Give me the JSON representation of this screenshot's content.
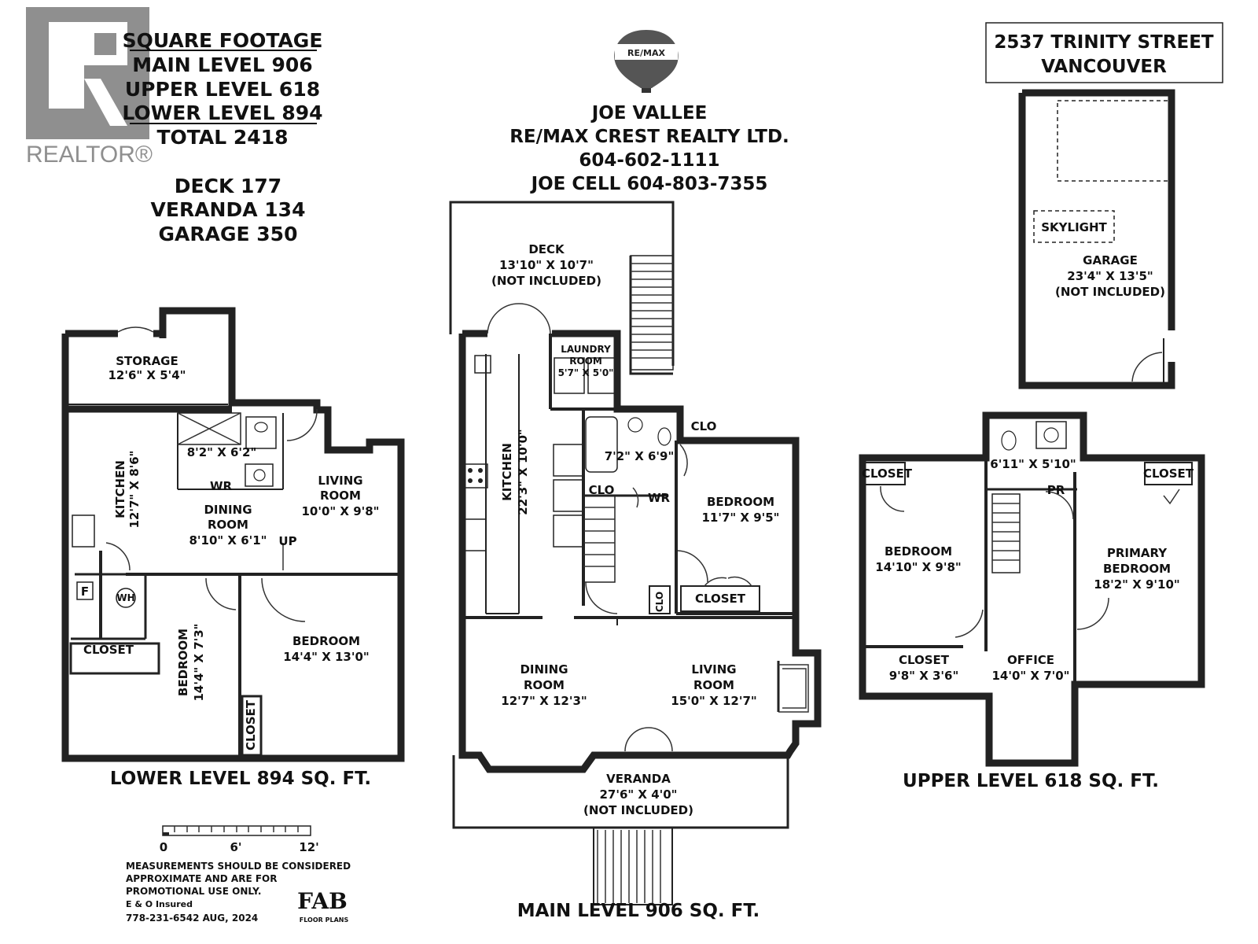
{
  "realtor_logo": {
    "text": "REALTOR®"
  },
  "remax_logo": {
    "text": "RE/MAX"
  },
  "summary": {
    "title": "SQUARE FOOTAGE",
    "main": "MAIN LEVEL 906",
    "upper": "UPPER LEVEL 618",
    "lower": "LOWER LEVEL 894",
    "total": "TOTAL 2418",
    "deck": "DECK 177",
    "veranda": "VERANDA 134",
    "garage": "GARAGE 350"
  },
  "agent": {
    "name": "JOE VALLEE",
    "company": "RE/MAX CREST REALTY LTD.",
    "phone": "604-602-1111",
    "cell": "JOE CELL 604-803-7355"
  },
  "address": {
    "line1": "2537 TRINITY STREET",
    "line2": "VANCOUVER"
  },
  "level_titles": {
    "lower": "LOWER LEVEL 894 SQ. FT.",
    "main": "MAIN LEVEL 906 SQ. FT.",
    "upper": "UPPER LEVEL 618 SQ. FT."
  },
  "rooms": {
    "lower": {
      "storage": [
        "STORAGE",
        "12'6\" X 5'4\""
      ],
      "kitchen": [
        "KITCHEN",
        "12'7\" X 8'6\""
      ],
      "bath": "8'2\" X 6'2\"",
      "wr": "WR",
      "living": [
        "LIVING",
        "ROOM",
        "10'0\" X 9'8\""
      ],
      "dining": [
        "DINING",
        "ROOM",
        "8'10\" X 6'1\""
      ],
      "up": "UP",
      "f": "F",
      "wh": "WH",
      "closet1": "CLOSET",
      "bedroom1": [
        "BEDROOM",
        "14'4\" X 7'3\""
      ],
      "closet2": "CLOSET",
      "bedroom2": [
        "BEDROOM",
        "14'4\" X 13'0\""
      ]
    },
    "main": {
      "deck": [
        "DECK",
        "13'10\" X 10'7\"",
        "(NOT INCLUDED)"
      ],
      "laundry": [
        "LAUNDRY",
        "ROOM",
        "5'7\" X 5'0\""
      ],
      "kitchen": [
        "KITCHEN",
        "22'3\" X 10'0\""
      ],
      "bath": "7'2\" X 6'9\"",
      "clo1": "CLO",
      "wr": "WR",
      "clo2": "CLO",
      "bedroom": [
        "BEDROOM",
        "11'7\" X 9'5\""
      ],
      "clo3": "CLO",
      "closet": "CLOSET",
      "dining": [
        "DINING",
        "ROOM",
        "12'7\" X 12'3\""
      ],
      "living": [
        "LIVING",
        "ROOM",
        "15'0\" X 12'7\""
      ],
      "veranda": [
        "VERANDA",
        "27'6\" X 4'0\"",
        "(NOT INCLUDED)"
      ]
    },
    "garage": {
      "skylight": "SKYLIGHT",
      "garage": [
        "GARAGE",
        "23'4\" X 13'5\"",
        "(NOT INCLUDED)"
      ]
    },
    "upper": {
      "closet1": "CLOSET",
      "bath": "6'11\" X 5'10\"",
      "closet2": "CLOSET",
      "bedroom": [
        "BEDROOM",
        "14'10\" X 9'8\""
      ],
      "pr": "PR",
      "primary": [
        "PRIMARY",
        "BEDROOM",
        "18'2\" X 9'10\""
      ],
      "closet3": [
        "CLOSET",
        "9'8\" X 3'6\""
      ],
      "office": [
        "OFFICE",
        "14'0\" X 7'0\""
      ]
    }
  },
  "scale": {
    "ticks": [
      "0",
      "6'",
      "12'"
    ]
  },
  "disclaimer": [
    "MEASUREMENTS SHOULD BE CONSIDERED",
    "APPROXIMATE AND ARE FOR",
    "PROMOTIONAL USE ONLY.",
    "E & O Insured",
    "778-231-6542 AUG, 2024"
  ],
  "fab_logo": {
    "name": "FAB",
    "sub": "FLOOR PLANS"
  }
}
